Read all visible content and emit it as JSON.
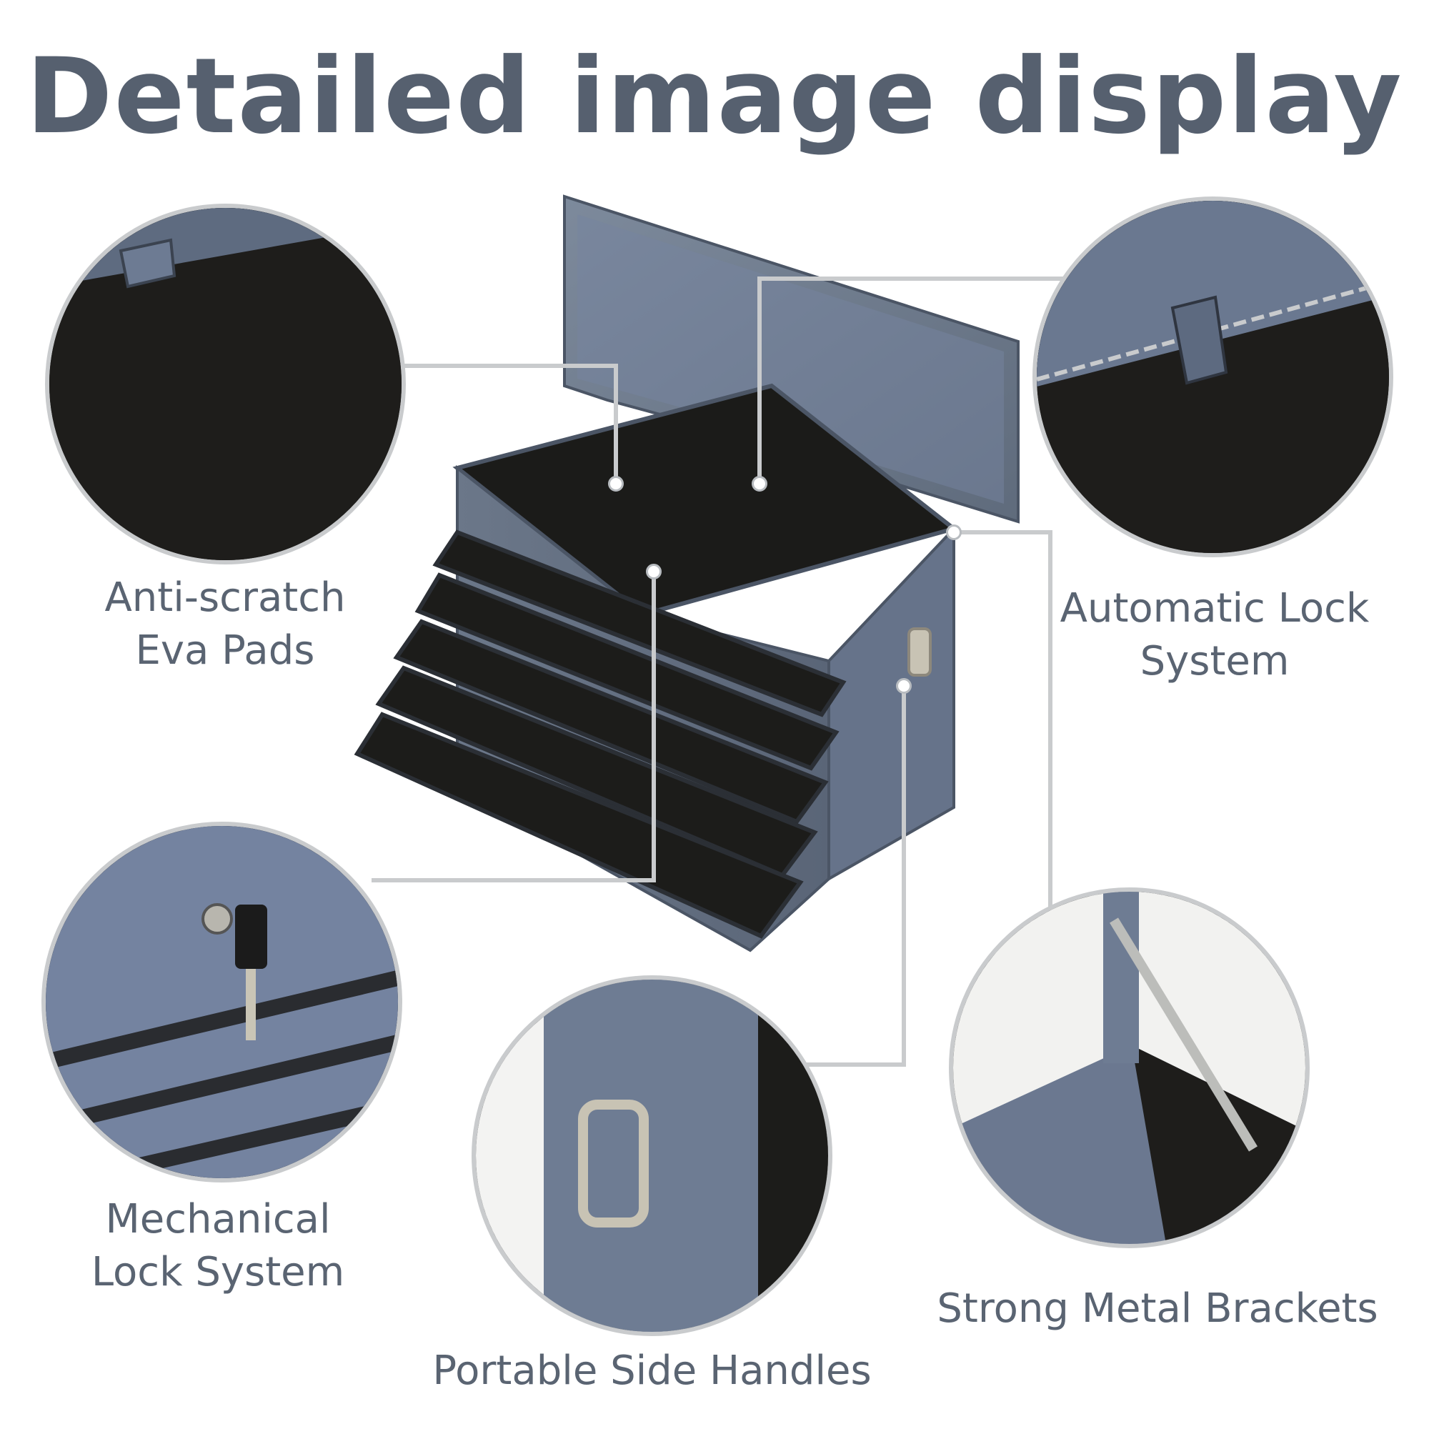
{
  "title": "Detailed image display",
  "features": {
    "eva_pads": [
      "Anti-scratch",
      "Eva Pads"
    ],
    "auto_lock": [
      "Automatic Lock",
      "System"
    ],
    "mech_lock": [
      "Mechanical",
      "Lock System"
    ],
    "side_handles": "Portable Side Handles",
    "brackets": "Strong Metal Brackets"
  },
  "colors": {
    "title": "#56606f",
    "label": "#5a6472",
    "chest_body": "#6f7c8f",
    "foam": "#1d1d1b",
    "callout_line": "#c9cbcd"
  }
}
